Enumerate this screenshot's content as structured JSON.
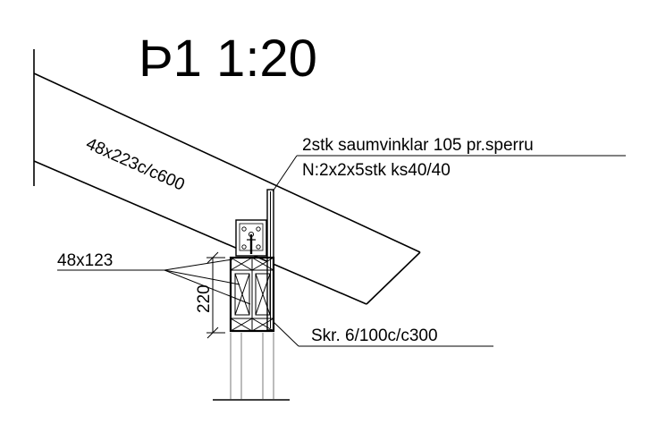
{
  "drawing": {
    "title": "Þ1 1:20",
    "labels": {
      "rafter": "48x223c/c600",
      "stud": "48x123",
      "height_dim": "220",
      "angle_note_line1": "2stk saumvinklar 105 pr.sperru",
      "angle_note_line2": "N:2x2x5stk ks40/40",
      "screw_note": "Skr. 6/100c/c300"
    }
  }
}
